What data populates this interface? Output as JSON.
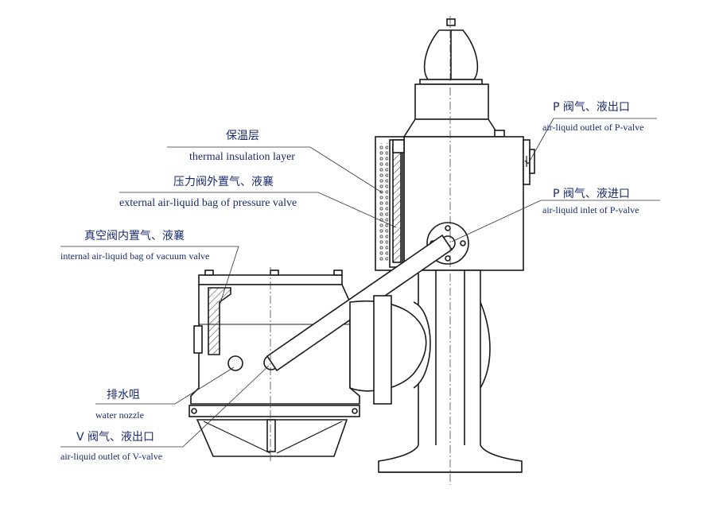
{
  "labels": {
    "p_outlet_zh": "P 阀气、液出口",
    "p_outlet_en": "air-liquid outlet of P-valve",
    "insulation_zh": "保温层",
    "insulation_en": "thermal insulation layer",
    "ext_bag_zh": "压力阀外置气、液襄",
    "ext_bag_en": "external air-liquid bag of pressure valve",
    "p_inlet_zh": "P 阀气、液进口",
    "p_inlet_en": "air-liquid inlet of P-valve",
    "int_bag_zh": "真空阀内置气、液襄",
    "int_bag_en": "internal air-liquid bag of vacuum valve",
    "nozzle_zh": "排水咀",
    "nozzle_en": "water nozzle",
    "v_outlet_zh": "V 阀气、液出口",
    "v_outlet_en": "air-liquid outlet of V-valve"
  },
  "colors": {
    "ink": "#1a1a1a",
    "label": "#1a2a6c",
    "leader": "#333333",
    "hatch": "#555555"
  }
}
